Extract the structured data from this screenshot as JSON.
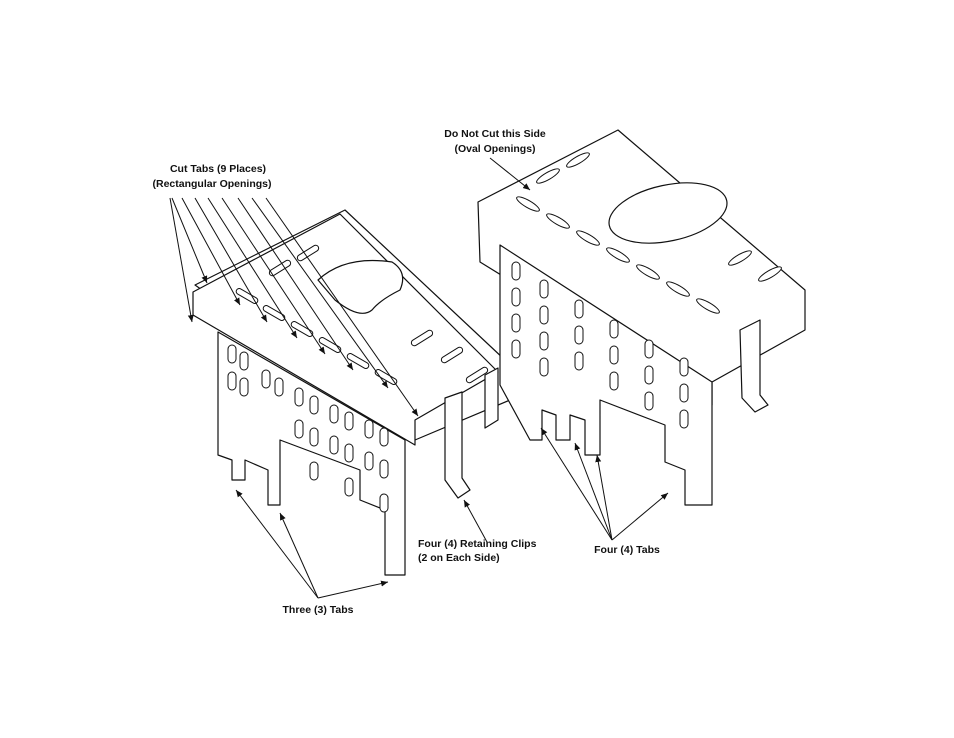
{
  "callouts": {
    "cut_tabs_line1": "Cut Tabs (9 Places)",
    "cut_tabs_line2": "(Rectangular Openings)",
    "do_not_cut_line1": "Do Not Cut this Side",
    "do_not_cut_line2": "(Oval Openings)",
    "retaining_clips_line1": "Four (4) Retaining Clips",
    "retaining_clips_line2": "(2 on Each Side)",
    "three_tabs": "Three (3) Tabs",
    "four_tabs": "Four (4) Tabs"
  }
}
